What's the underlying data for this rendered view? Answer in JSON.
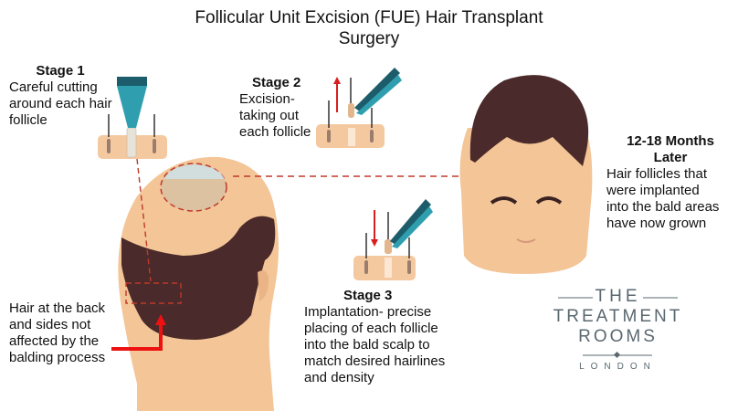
{
  "title": {
    "line1": "Follicular Unit Excision (FUE) Hair Transplant",
    "line2": "Surgery"
  },
  "stage1": {
    "heading": "Stage 1",
    "lines": [
      "Careful cutting",
      "around each hair",
      "follicle"
    ]
  },
  "stage2": {
    "heading": "Stage 2",
    "lines": [
      "Excision-",
      "taking out",
      "each follicle"
    ]
  },
  "stage3": {
    "heading": "Stage 3",
    "lines": [
      "Implantation- precise",
      "placing of each follicle",
      "into the bald scalp to",
      "match desired hairlines",
      "and density"
    ]
  },
  "result": {
    "heading_line1": "12-18 Months",
    "heading_line2": "Later",
    "lines": [
      "Hair follicles that",
      "were implanted",
      "into the bald areas",
      "have now grown"
    ]
  },
  "donor_note": {
    "lines": [
      "Hair at the back",
      "and sides not",
      "affected by the",
      "balding process"
    ]
  },
  "logo": {
    "line1": "THE",
    "line2": "TREATMENT",
    "line3": "ROOMS",
    "line4": "LONDON"
  },
  "colors": {
    "skin": "#f3c597",
    "skin_dark": "#e9b182",
    "hair": "#4a2a2a",
    "tool_teal": "#2f9fb0",
    "tool_dark": "#1d5d6b",
    "arrow_red": "#d81e1e",
    "dash_red": "#c0392b",
    "logo_gray": "#5a6870"
  }
}
